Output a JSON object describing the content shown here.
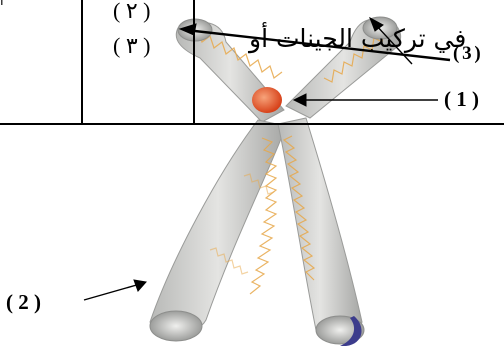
{
  "table_fragment": {
    "corner_text": "ا",
    "option_2": "( ٢ )",
    "option_3": "( ٣ )"
  },
  "overlay_text": "في تركيب الجينات أو",
  "labels": {
    "centromere": "( 1 )",
    "chromatid_end": "( 2 )",
    "chromatid_top": "( 3 )"
  },
  "colors": {
    "chromatid_fill": "#cfd0cf",
    "chromatid_shade": "#a9aaa8",
    "dna_coil": "#e7a84a",
    "centromere": "#e2521f",
    "telomere_cap": "#3c3c8c",
    "line": "#000000"
  }
}
